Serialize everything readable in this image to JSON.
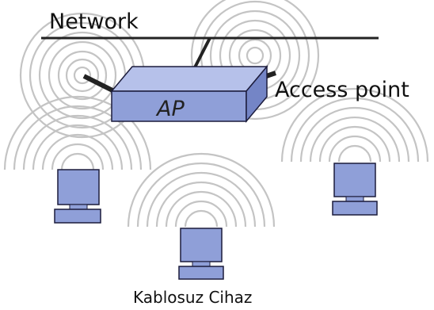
{
  "labels": {
    "network": "Network",
    "ap": "AP",
    "access_point": "Access point",
    "device": "Kablosuz Cihaz"
  },
  "colors": {
    "box_fill": "#8f9fd8",
    "box_top": "#b6c1ea",
    "box_stroke": "#1c1c3c",
    "wave": "#c4c4c4",
    "line": "#222222"
  },
  "icons": {
    "access_point": "access-point-box-icon",
    "device": "computer-monitor-icon",
    "signal": "radio-wave-icon"
  },
  "devices": [
    {
      "name": "device-left"
    },
    {
      "name": "device-center"
    },
    {
      "name": "device-right"
    }
  ]
}
